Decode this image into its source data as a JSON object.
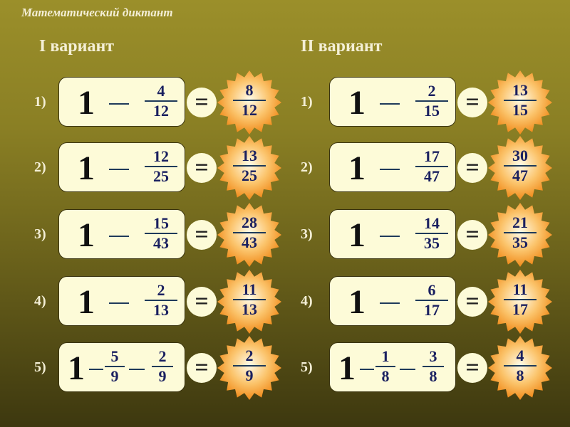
{
  "header": {
    "title": "Математический диктант"
  },
  "variants": [
    {
      "label": "I вариант",
      "items": [
        {
          "num": "1)",
          "whole": "1",
          "terms": [
            {
              "n": "4",
              "d": "12"
            }
          ],
          "eq": "=",
          "answer": {
            "n": "8",
            "d": "12"
          }
        },
        {
          "num": "2)",
          "whole": "1",
          "terms": [
            {
              "n": "12",
              "d": "25"
            }
          ],
          "eq": "=",
          "answer": {
            "n": "13",
            "d": "25"
          }
        },
        {
          "num": "3)",
          "whole": "1",
          "terms": [
            {
              "n": "15",
              "d": "43"
            }
          ],
          "eq": "=",
          "answer": {
            "n": "28",
            "d": "43"
          }
        },
        {
          "num": "4)",
          "whole": "1",
          "terms": [
            {
              "n": "2",
              "d": "13"
            }
          ],
          "eq": "=",
          "answer": {
            "n": "11",
            "d": "13"
          }
        },
        {
          "num": "5)",
          "whole": "1",
          "terms": [
            {
              "n": "5",
              "d": "9"
            },
            {
              "n": "2",
              "d": "9"
            }
          ],
          "eq": "=",
          "answer": {
            "n": "2",
            "d": "9"
          }
        }
      ]
    },
    {
      "label": "II вариант",
      "items": [
        {
          "num": "1)",
          "whole": "1",
          "terms": [
            {
              "n": "2",
              "d": "15"
            }
          ],
          "eq": "=",
          "answer": {
            "n": "13",
            "d": "15"
          }
        },
        {
          "num": "2)",
          "whole": "1",
          "terms": [
            {
              "n": "17",
              "d": "47"
            }
          ],
          "eq": "=",
          "answer": {
            "n": "30",
            "d": "47"
          }
        },
        {
          "num": "3)",
          "whole": "1",
          "terms": [
            {
              "n": "14",
              "d": "35"
            }
          ],
          "eq": "=",
          "answer": {
            "n": "21",
            "d": "35"
          }
        },
        {
          "num": "4)",
          "whole": "1",
          "terms": [
            {
              "n": "6",
              "d": "17"
            }
          ],
          "eq": "=",
          "answer": {
            "n": "11",
            "d": "17"
          }
        },
        {
          "num": "5)",
          "whole": "1",
          "terms": [
            {
              "n": "1",
              "d": "8"
            },
            {
              "n": "3",
              "d": "8"
            }
          ],
          "eq": "=",
          "answer": {
            "n": "4",
            "d": "8"
          }
        }
      ]
    }
  ],
  "colors": {
    "box_fill": "#fdfbd8",
    "sun_orange": "#f7a23a",
    "fraction_text": "#1a2060",
    "header_text": "#f4efd6"
  }
}
